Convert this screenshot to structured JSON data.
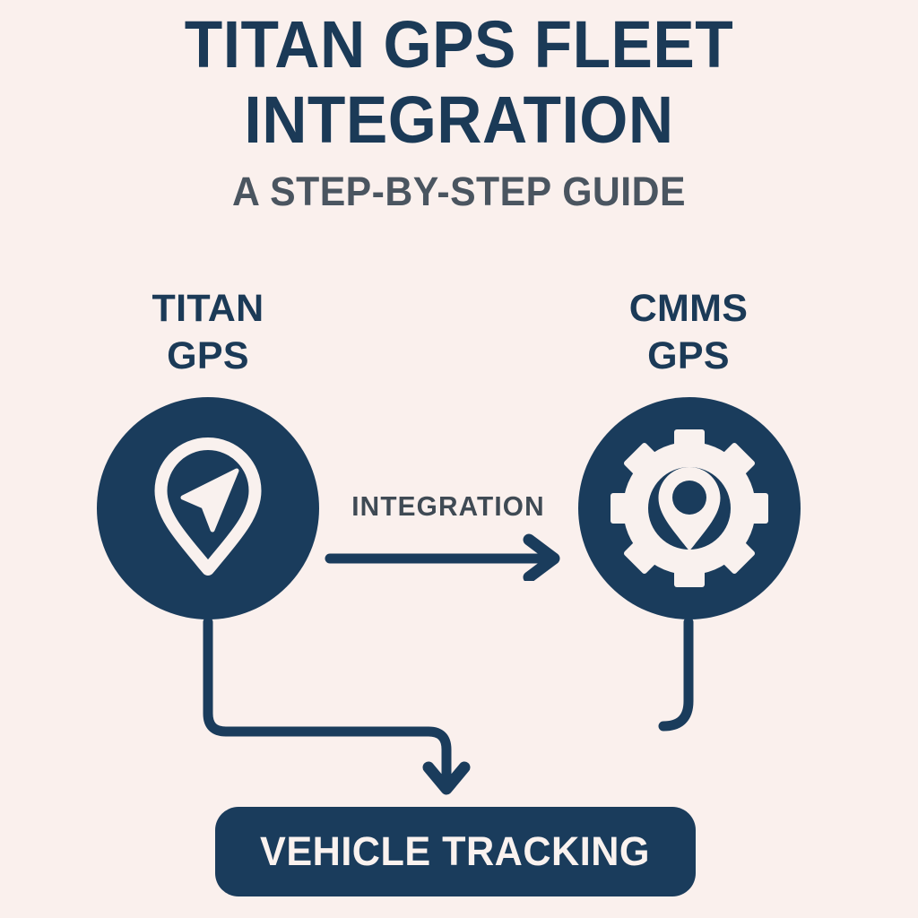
{
  "colors": {
    "background": "#faf0ed",
    "navy": "#1a3c5c",
    "title_navy": "#1b3a57",
    "subtitle_gray": "#4a5560",
    "label_gray": "#3f4a54",
    "cream_text": "#faf2ef"
  },
  "header": {
    "title_line1": "TITAN GPS FLEET",
    "title_line2": "INTEGRATION",
    "subtitle": "A STEP-BY-STEP GUIDE"
  },
  "diagram": {
    "nodes": [
      {
        "id": "titan-gps",
        "label_line1": "TITAN",
        "label_line2": "GPS",
        "icon": "location-pin-navigation-icon"
      },
      {
        "id": "cmms-gps",
        "label_line1": "CMMS",
        "label_line2": "GPS",
        "icon": "gear-location-pin-icon"
      }
    ],
    "connector_label": "INTEGRATION",
    "connector_arrow_icon": "arrow-right-icon",
    "elbow_arrow_icon": "arrow-down-icon",
    "output": {
      "id": "vehicle-tracking",
      "label": "VEHICLE TRACKING"
    }
  }
}
